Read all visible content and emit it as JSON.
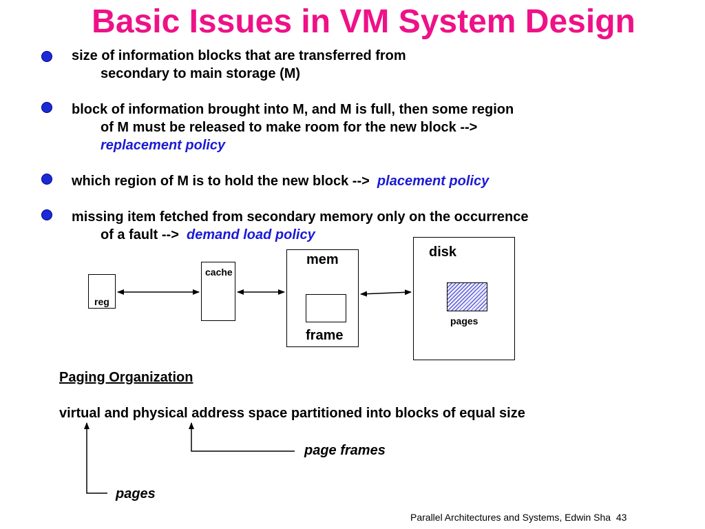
{
  "title": "Basic Issues in VM System Design",
  "bullets": [
    {
      "line1": "size of information blocks that are transferred from",
      "line2": "secondary to main storage (M)"
    },
    {
      "line1": "block of information brought into M, and M is full, then some region",
      "line2": "of M must be released to make room for the new block -->",
      "line3_emph": "replacement policy"
    },
    {
      "line1": "which region of M is to hold the new block -->",
      "emph": "placement policy"
    },
    {
      "line1": "missing item fetched from secondary memory only on the occurrence",
      "line2": "of a fault  -->",
      "emph": "demand load policy"
    }
  ],
  "diagram": {
    "reg": "reg",
    "cache": "cache",
    "mem": "mem",
    "frame": "frame",
    "disk": "disk",
    "pages": "pages"
  },
  "paging": {
    "heading": "Paging Organization",
    "sentence": "virtual and physical address space partitioned into blocks of equal size",
    "label_page_frames": "page frames",
    "label_pages": "pages"
  },
  "footer": {
    "text": "Parallel Architectures and Systems, Edwin Sha",
    "page_number": "43"
  },
  "colors": {
    "title": "#ee1187",
    "emphasis": "#1a1ad6",
    "bullet": "#1a2bd6"
  }
}
